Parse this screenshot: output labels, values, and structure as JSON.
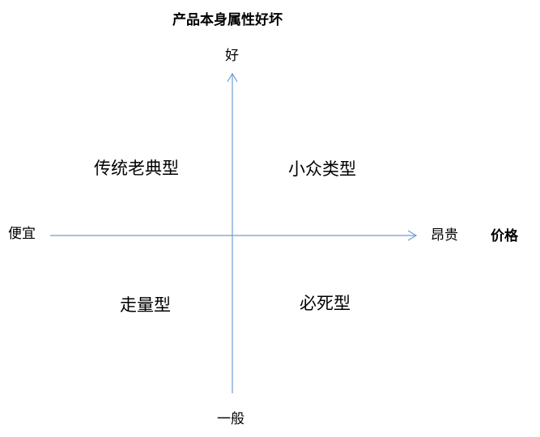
{
  "diagram": {
    "y_axis_title": "产品本身属性好坏",
    "x_axis_title": "价格",
    "y_top_label": "好",
    "y_bottom_label": "一般",
    "x_left_label": "便宜",
    "x_right_label": "昂贵",
    "quadrants": {
      "top_left": "传统老典型",
      "top_right": "小众类型",
      "bottom_left": "走量型",
      "bottom_right": "必死型"
    },
    "axis_color": "#6f9ed1"
  }
}
